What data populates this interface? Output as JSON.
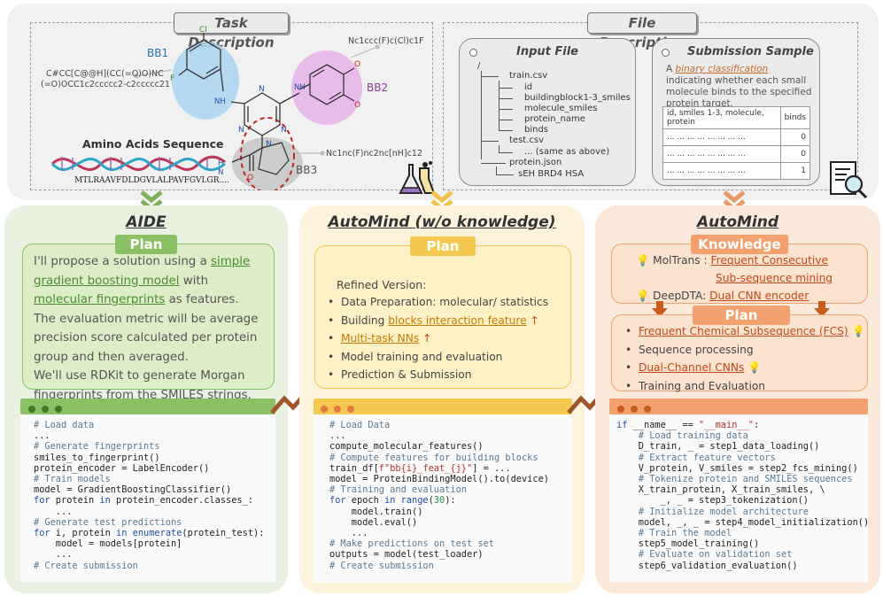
{
  "task": {
    "title": "Task Description",
    "bb1": "BB1",
    "bb2": "BB2",
    "bb3": "BB3",
    "smiles_left_1": "C#CC[C@@H](CC(=O)O)NC",
    "smiles_left_2": "(=O)OCC1c2ccccc2-c2ccccc21",
    "smiles_bb2": "Nc1ccc(F)c(Cl)c1F",
    "smiles_bb3": "Nc1nc(F)nc2nc[nH]c12",
    "amino_label": "Amino Acids Sequence",
    "amino_seq": "MTLRAAVFDLDGVLALPAVFGVLGR....",
    "atoms": {
      "cl": "Cl",
      "f": "F",
      "nh": "NH",
      "n": "N",
      "h": "H",
      "o": "O"
    }
  },
  "file": {
    "title": "File Description",
    "input": {
      "title": "Input File",
      "root": "/",
      "items": [
        "train.csv",
        "id",
        "buildingblock1-3_smiles",
        "molecule_smiles",
        "protein_name",
        "binds",
        "test.csv",
        "... (same as above)",
        "protein.json",
        "sEH BRD4 HSA"
      ]
    },
    "submission": {
      "title": "Submission Sample",
      "desc_prefix": "A ",
      "desc_link": "binary classification",
      "desc_suffix": " indicating whether each small molecule binds to the specified protein target.",
      "headers": [
        "id, smiles 1-3, molecule, protein",
        "binds"
      ],
      "rows": [
        [
          "...   ... ...   ...  ... ...  ...  ...",
          "0"
        ],
        [
          "...   ... ...   ...  ... ...  ...  ...",
          "0"
        ],
        [
          "...   ... ...   ...  ... ...  ...  ...",
          "1"
        ]
      ]
    }
  },
  "aide": {
    "title": "AIDE",
    "plan_tag": "Plan",
    "plan": {
      "l1a": "I'll propose a solution using a ",
      "l1b": "simple gradient boosting model",
      "l1c": " with ",
      "l1d": "molecular fingerprints",
      "l1e": " as features.",
      "p2": "The evaluation metric will be average precision score calculated per protein group and then averaged.",
      "p3": "We'll use RDKit to generate Morgan fingerprints from the SMILES strings."
    }
  },
  "nok": {
    "title": "AutoMind (w/o knowledge)",
    "plan_tag": "Plan",
    "refined": "Refined Version:",
    "b1": "Data Preparation: molecular/ statistics",
    "b2a": "Building ",
    "b2b": "blocks interaction feature",
    "b3": "Multi-task NNs",
    "b4": "Model training and evaluation",
    "b5": "Prediction & Submission",
    "arrow_up": "↑"
  },
  "am": {
    "title": "AutoMind",
    "knowledge_tag": "Knowledge",
    "k1_label": "MolTrans : ",
    "k1_link_a": "Frequent Consecutive",
    "k1_link_b": "Sub-sequence mining",
    "k2_label": "DeepDTA: ",
    "k2_link": "Dual CNN encoder",
    "plan_tag": "Plan",
    "b1": "Frequent Chemical Subsequence (FCS)",
    "b2": "Sequence processing",
    "b3": "Dual-Channel CNNs",
    "b4": "Training and Evaluation"
  },
  "colors": {
    "green_panel": "#e9f2e1",
    "green_plan": "#dcedc8",
    "green_accent": "#8bc065",
    "yellow_panel": "#fdf3dc",
    "yellow_plan": "#fff1c6",
    "yellow_accent": "#f5c94f",
    "orange_panel": "#fbe9dc",
    "orange_plan": "#fce3cf",
    "orange_accent": "#f2a06e",
    "arrow_brown": "#a0562b"
  }
}
